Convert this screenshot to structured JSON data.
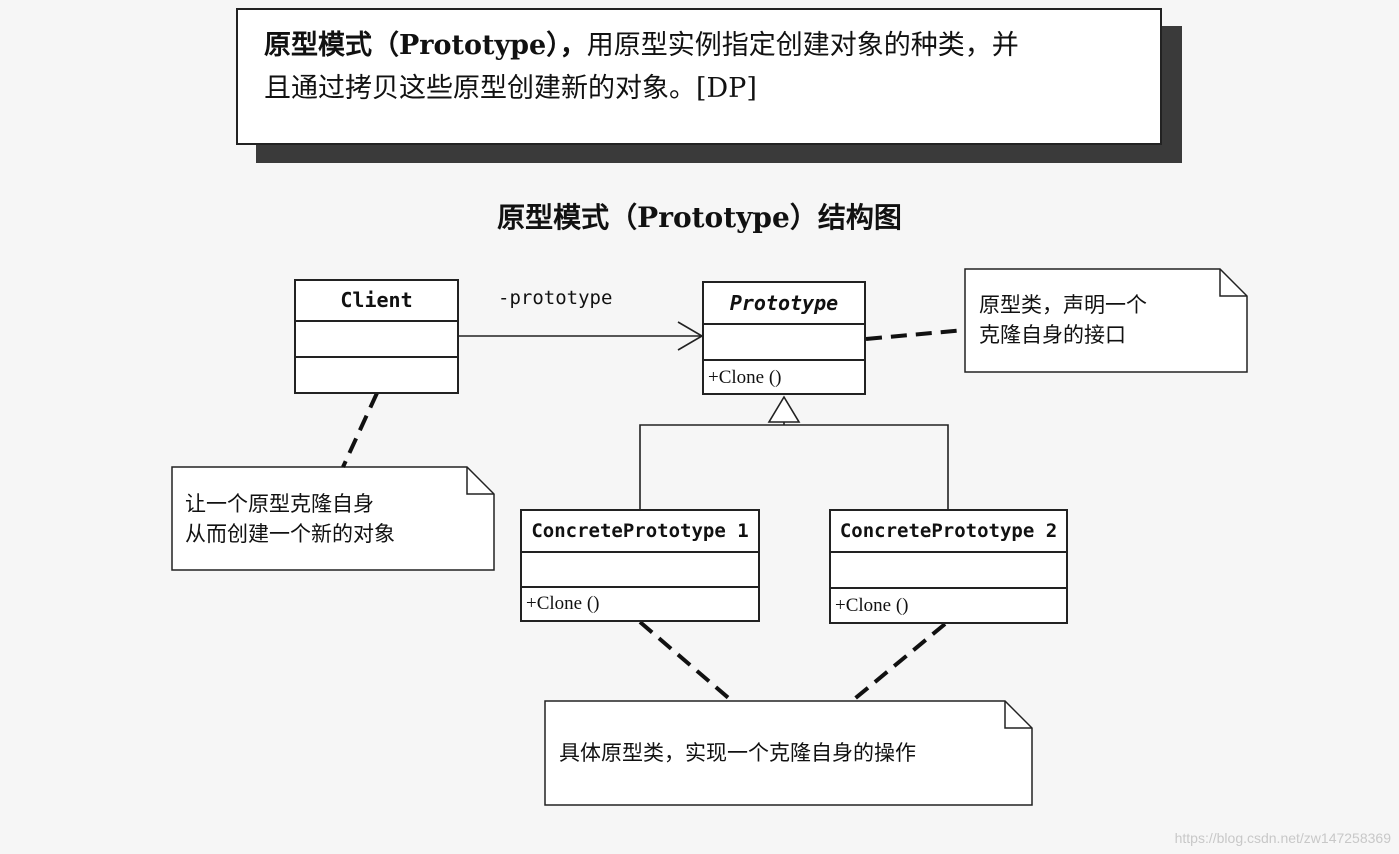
{
  "definition": {
    "term": "原型模式（Prototype），",
    "text_line1": "用原型实例指定创建对象的种类，并",
    "text_line2": "且通过拷贝这些原型创建新的对象。[DP]"
  },
  "diagram_title": "原型模式（Prototype）结构图",
  "classes": {
    "client": {
      "name": "Client"
    },
    "prototype": {
      "name": "Prototype",
      "operation": "+Clone ()"
    },
    "concrete1": {
      "name": "ConcretePrototype 1",
      "operation": "+Clone ()"
    },
    "concrete2": {
      "name": "ConcretePrototype 2",
      "operation": "+Clone ()"
    }
  },
  "association_label": "-prototype",
  "notes": {
    "prototype_note": {
      "line1": "原型类，声明一个",
      "line2": "克隆自身的接口"
    },
    "client_note": {
      "line1": "让一个原型克隆自身",
      "line2": "从而创建一个新的对象"
    },
    "concrete_note": {
      "line1": "具体原型类，实现一个克隆自身的操作"
    }
  },
  "watermark": "https://blog.csdn.net/zw147258369"
}
